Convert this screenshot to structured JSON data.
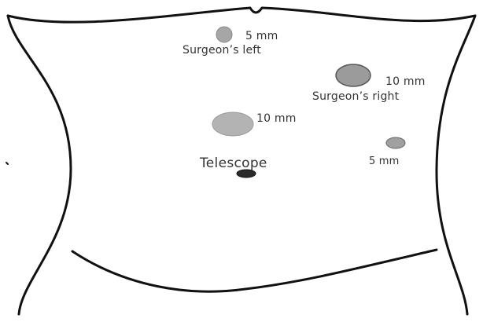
{
  "diagram": {
    "ports": [
      {
        "id": "port-left-5mm",
        "size_label": "5 mm",
        "role_label": "Surgeon’s left",
        "fill": "#a6a6a6",
        "stroke": "#888888"
      },
      {
        "id": "port-right-10mm",
        "size_label": "10 mm",
        "role_label": "Surgeon’s right",
        "fill": "#9b9b9b",
        "stroke": "#555555"
      },
      {
        "id": "port-center-10mm",
        "size_label": "10 mm",
        "role_label": "",
        "fill": "#b3b3b3",
        "stroke": "#999999"
      },
      {
        "id": "port-right-lateral-5mm",
        "size_label": "5 mm",
        "role_label": "",
        "fill": "#a0a0a0",
        "stroke": "#666666"
      },
      {
        "id": "port-telescope",
        "size_label": "",
        "role_label": "Telescope",
        "fill": "#2b2b2b",
        "stroke": "#111111"
      }
    ],
    "colors": {
      "outline": "#111111",
      "text": "#333333",
      "background": "#ffffff"
    }
  }
}
